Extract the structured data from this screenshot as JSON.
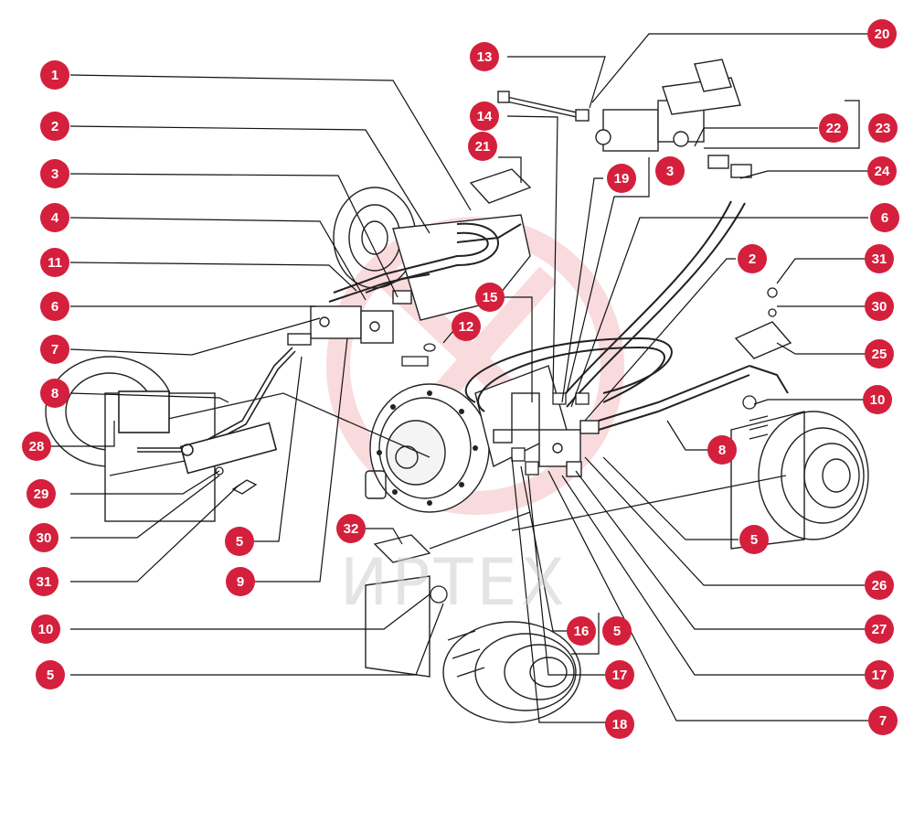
{
  "diagram": {
    "colors": {
      "callout": "#d4203c",
      "callout_text": "#ffffff",
      "leader": "#111111",
      "linework": "#222222",
      "watermark": "#f0a0a8"
    },
    "watermark_text": "ИРТЕХ",
    "callouts": [
      {
        "id": "c1",
        "label": "1"
      },
      {
        "id": "c2a",
        "label": "2"
      },
      {
        "id": "c3a",
        "label": "3"
      },
      {
        "id": "c4",
        "label": "4"
      },
      {
        "id": "c11",
        "label": "11"
      },
      {
        "id": "c6a",
        "label": "6"
      },
      {
        "id": "c7a",
        "label": "7"
      },
      {
        "id": "c8a",
        "label": "8"
      },
      {
        "id": "c28",
        "label": "28"
      },
      {
        "id": "c29",
        "label": "29"
      },
      {
        "id": "c30a",
        "label": "30"
      },
      {
        "id": "c31a",
        "label": "31"
      },
      {
        "id": "c10a",
        "label": "10"
      },
      {
        "id": "c5a",
        "label": "5"
      },
      {
        "id": "c13",
        "label": "13"
      },
      {
        "id": "c14",
        "label": "14"
      },
      {
        "id": "c21",
        "label": "21"
      },
      {
        "id": "c20",
        "label": "20"
      },
      {
        "id": "c22",
        "label": "22"
      },
      {
        "id": "c23",
        "label": "23"
      },
      {
        "id": "c3b",
        "label": "3"
      },
      {
        "id": "c19",
        "label": "19"
      },
      {
        "id": "c24",
        "label": "24"
      },
      {
        "id": "c6b",
        "label": "6"
      },
      {
        "id": "c2b",
        "label": "2"
      },
      {
        "id": "c31b",
        "label": "31"
      },
      {
        "id": "c30b",
        "label": "30"
      },
      {
        "id": "c25",
        "label": "25"
      },
      {
        "id": "c10b",
        "label": "10"
      },
      {
        "id": "c12",
        "label": "12"
      },
      {
        "id": "c15",
        "label": "15"
      },
      {
        "id": "c8b",
        "label": "8"
      },
      {
        "id": "c5b",
        "label": "5"
      },
      {
        "id": "c26",
        "label": "26"
      },
      {
        "id": "c27",
        "label": "27"
      },
      {
        "id": "c17b",
        "label": "17"
      },
      {
        "id": "c7b",
        "label": "7"
      },
      {
        "id": "c5c",
        "label": "5"
      },
      {
        "id": "c9",
        "label": "9"
      },
      {
        "id": "c32",
        "label": "32"
      },
      {
        "id": "c16",
        "label": "16"
      },
      {
        "id": "c5d",
        "label": "5"
      },
      {
        "id": "c17a",
        "label": "17"
      },
      {
        "id": "c18",
        "label": "18"
      }
    ]
  }
}
